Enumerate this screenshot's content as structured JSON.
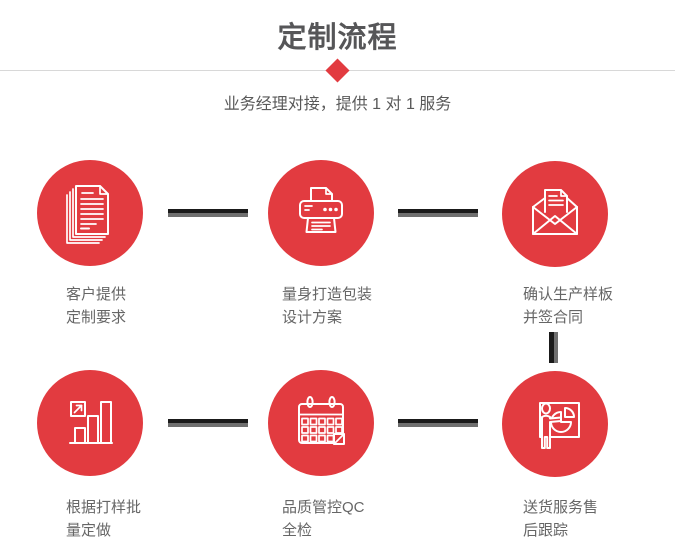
{
  "header": {
    "title": "定制流程",
    "subtitle": "业务经理对接，提供 1 对 1 服务",
    "divider_ornament": "diamond-icon"
  },
  "steps": [
    {
      "icon": "documents-icon",
      "label_line1": "客户提供",
      "label_line2": "定制要求"
    },
    {
      "icon": "printer-icon",
      "label_line1": "量身打造包装",
      "label_line2": "设计方案"
    },
    {
      "icon": "envelope-icon",
      "label_line1": "确认生产样板",
      "label_line2": "并签合同"
    },
    {
      "icon": "bar-chart-icon",
      "label_line1": "根据打样批",
      "label_line2": "量定做"
    },
    {
      "icon": "calendar-icon",
      "label_line1": "品质管控QC",
      "label_line2": "全检"
    },
    {
      "icon": "presentation-icon",
      "label_line1": "送货服务售",
      "label_line2": "后跟踪"
    }
  ],
  "colors": {
    "accent": "#e23b40",
    "connector_dark": "#1a1a1a",
    "connector_gray": "#6f6f6f",
    "title_color": "#565658",
    "subtitle_color": "#595959",
    "label_color": "#666666",
    "divider_color": "#d8d8d8"
  }
}
